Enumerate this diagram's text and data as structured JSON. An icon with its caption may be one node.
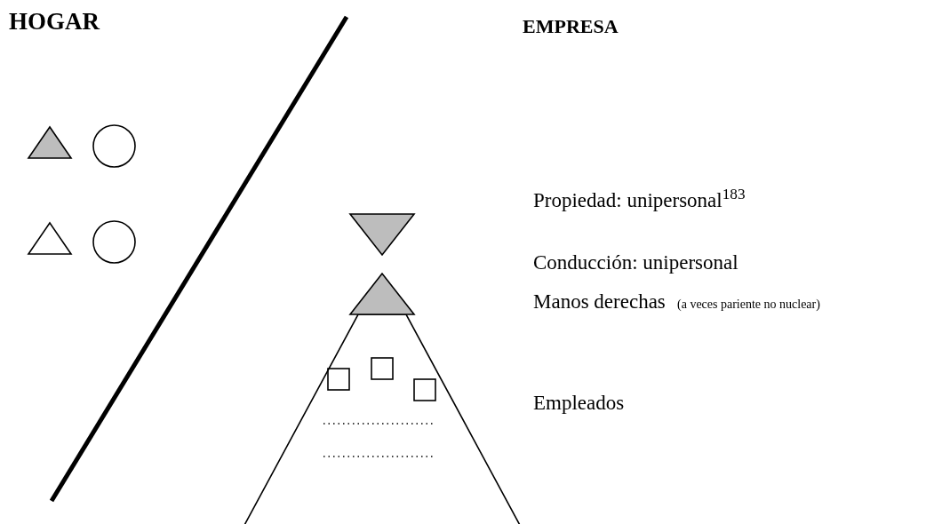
{
  "diagram": {
    "nodes": [
      {
        "text": [],
        "shape": "triangle"
      },
      {
        "text": [],
        "shape": "circle"
      },
      {
        "text": [],
        "shape": "triangle"
      },
      {
        "text": [],
        "shape": "circle"
      },
      {
        "text": [],
        "shape": "triangle"
      },
      {
        "text": [],
        "shape": "triangle"
      },
      {
        "text": [],
        "shape": "triangle"
      },
      {
        "text": [],
        "shape": "box",
        "in": 5
      },
      {
        "text": [],
        "shape": "box",
        "in": 5
      },
      {
        "text": [],
        "shape": "box",
        "in": 5
      }
    ],
    "labels": [
      "HOGAR",
      "EMPRESA",
      "Propiedad: unipersonal$^{183}$",
      "Conducción: unipersonal",
      "Manos derechas",
      "(a veces pariente no nuclear)",
      "Empleados"
    ]
  }
}
